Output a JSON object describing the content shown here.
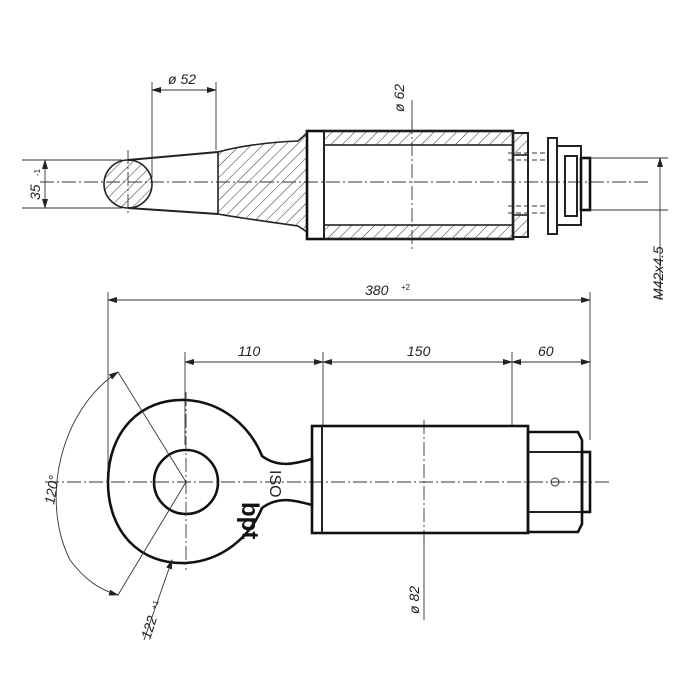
{
  "drawing": {
    "top_view": {
      "diam_hole": "ø 52",
      "diam_bolt": "ø 62",
      "thickness": "35",
      "thickness_tol": "-1",
      "thread": "M42x4.5"
    },
    "front_view": {
      "overall_length": "380",
      "overall_length_tol": "+2",
      "seg1": "110",
      "seg2": "150",
      "seg3": "60",
      "angle": "120°",
      "eye_width": "122",
      "eye_width_tol": "+1",
      "diam_body": "ø 82",
      "mark_text": "bpt",
      "iso_text": "ISO"
    }
  }
}
